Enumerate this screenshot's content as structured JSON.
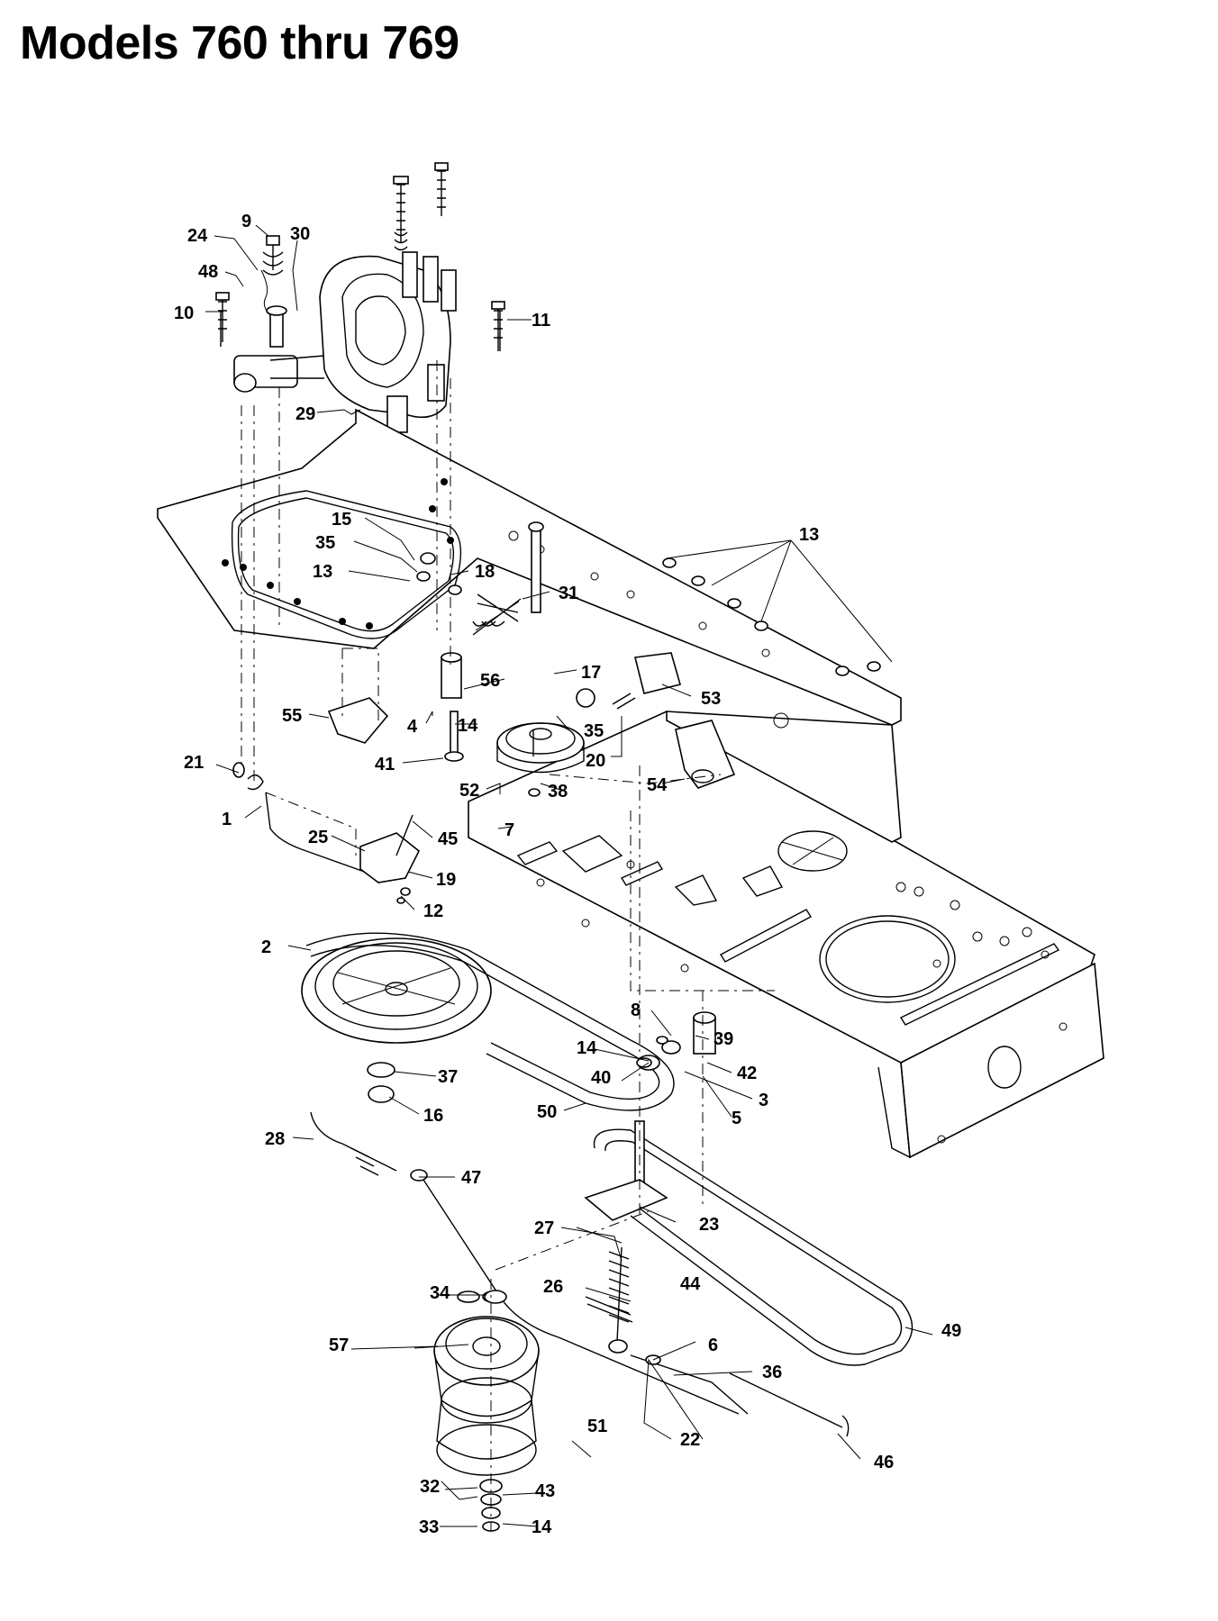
{
  "title": "Models 760 thru 769",
  "callouts": [
    "1",
    "2",
    "3",
    "4",
    "5",
    "6",
    "7",
    "8",
    "9",
    "10",
    "11",
    "12",
    "13",
    "13",
    "14",
    "14",
    "14",
    "14",
    "15",
    "16",
    "17",
    "18",
    "19",
    "20",
    "21",
    "22",
    "23",
    "24",
    "25",
    "26",
    "27",
    "28",
    "29",
    "30",
    "31",
    "32",
    "33",
    "34",
    "35",
    "35",
    "36",
    "37",
    "38",
    "39",
    "40",
    "41",
    "42",
    "43",
    "44",
    "45",
    "46",
    "47",
    "48",
    "49",
    "50",
    "51",
    "52",
    "53",
    "54",
    "55",
    "56",
    "57"
  ]
}
